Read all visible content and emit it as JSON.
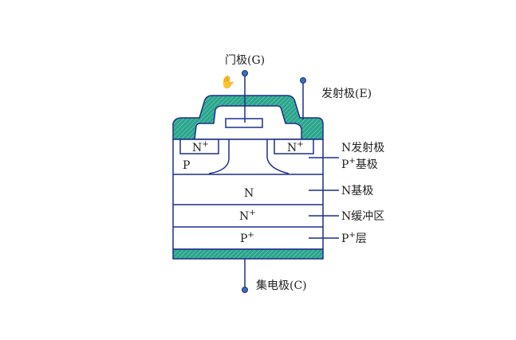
{
  "title": "IGBT structure",
  "colors": {
    "metal": "#2aa58c",
    "outline": "#1c2f8c",
    "terminal": "#3a6fb0"
  },
  "terminals": {
    "gate": "门极(G)",
    "emitter": "发射极(E)",
    "collector": "集电极(C)"
  },
  "regions": {
    "n_plus_left": "N",
    "n_plus_right": "N",
    "plus": "+",
    "p_left": "P",
    "n_base": "N",
    "n_buffer": "N",
    "p_plus": "P"
  },
  "labels": {
    "n_emitter": "N发射极",
    "p_base_a": "P",
    "p_base_b": "基极",
    "n_base": "N基极",
    "n_buffer": "N缓冲区",
    "p_layer_a": "P",
    "p_layer_b": "层"
  }
}
